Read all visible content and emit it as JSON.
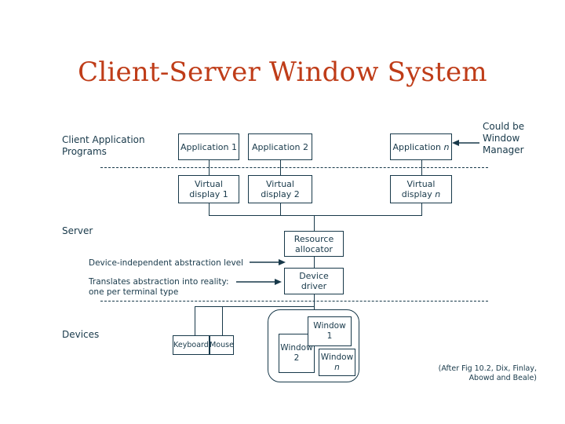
{
  "slide": {
    "title": "Client-Server Window System",
    "credit": "(After Fig 10.2, Dix, Finlay,\nAbowd and Beale)"
  },
  "layer_labels": {
    "client": "Client Application\nPrograms",
    "server": "Server",
    "devices": "Devices"
  },
  "annotations": {
    "could_be_window_manager": "Could be\nWindow\nManager",
    "device_independent": "Device-independent abstraction level",
    "translates": "Translates abstraction into reality:\none per terminal type"
  },
  "applications": [
    {
      "label": "Application 1"
    },
    {
      "label": "Application 2"
    },
    {
      "label": "Application n"
    }
  ],
  "virtual_displays": [
    {
      "label": "Virtual\ndisplay 1"
    },
    {
      "label": "Virtual\ndisplay 2"
    },
    {
      "label": "Virtual\ndisplay n"
    }
  ],
  "server_boxes": [
    {
      "label": "Resource\nallocator"
    },
    {
      "label": "Device\ndriver"
    }
  ],
  "input_devices": [
    {
      "label": "Keyboard"
    },
    {
      "label": "Mouse"
    }
  ],
  "screen": {
    "windows": [
      {
        "label": "Window\n1"
      },
      {
        "label": "Window\n2"
      },
      {
        "label": "Window\nn"
      }
    ]
  },
  "colors": {
    "title": "#bf3c18",
    "ink": "#18394a",
    "background": "#ffffff"
  }
}
